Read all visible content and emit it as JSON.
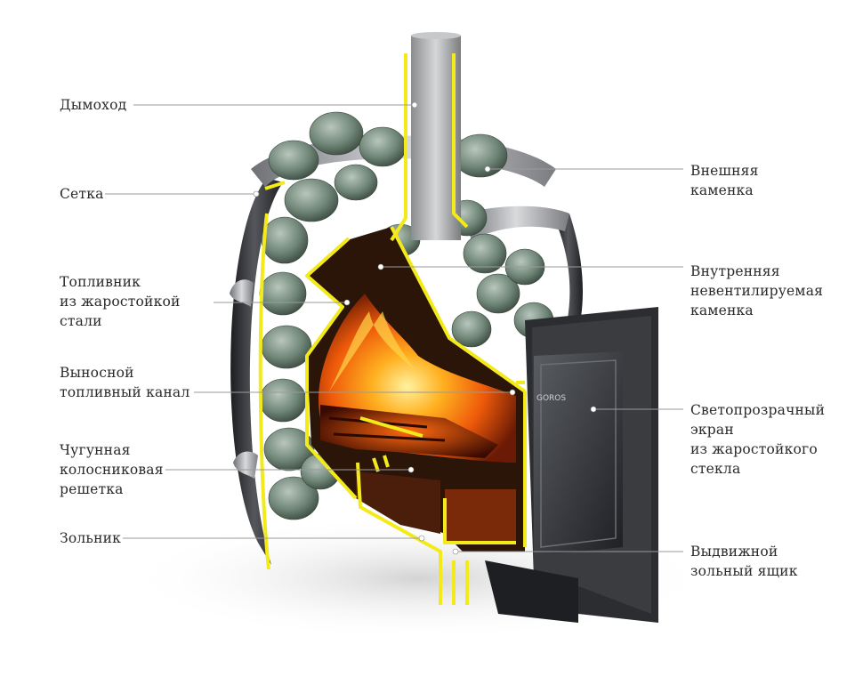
{
  "labels": {
    "chimney": "Дымоход",
    "mesh": "Сетка",
    "firebox": [
      "Топливник",
      "из жаростойкой",
      "стали"
    ],
    "fuel_channel": [
      "Выносной",
      "топливный канал"
    ],
    "grate": [
      "Чугунная",
      "колосниковая",
      "решетка"
    ],
    "ash_pit": "Зольник",
    "outer_stones": [
      "Внешняя",
      "каменка"
    ],
    "inner_stones": [
      "Внутренняя",
      "невентилируемая",
      "каменка"
    ],
    "glass_screen": [
      "Светопрозрачный",
      "экран",
      "из жаростойкого",
      "стекла"
    ],
    "ash_drawer": [
      "Выдвижной",
      "зольный ящик"
    ]
  },
  "door_brand": "GOROS",
  "colors": {
    "outline": "#f2ea1a",
    "leader_line": "#9a9a9a",
    "label_text": "#2a2a2a",
    "steel_dark": "#2e2f32",
    "stone": "#7d9484",
    "fire": "#ff7a10"
  }
}
